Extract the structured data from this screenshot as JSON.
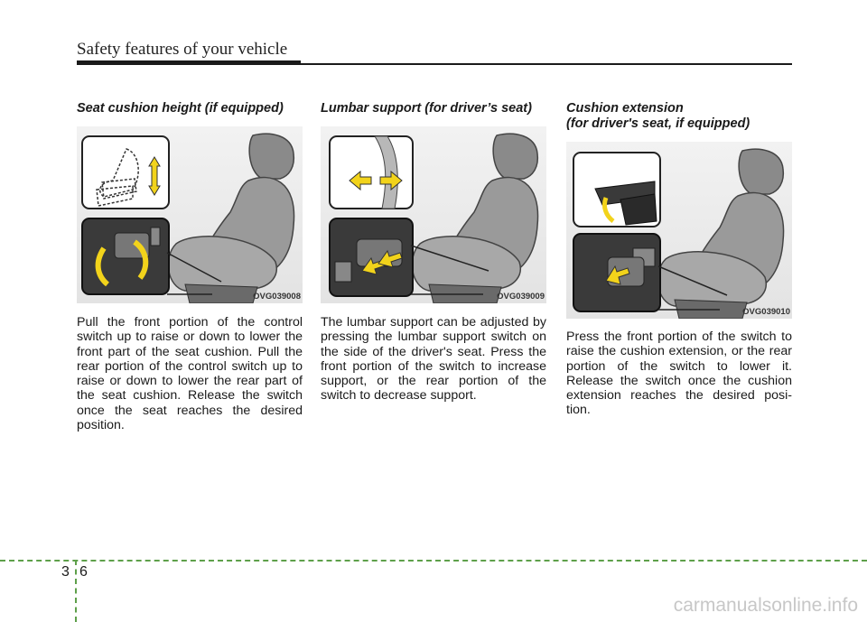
{
  "header": {
    "title": "Safety features of your vehicle"
  },
  "sections": [
    {
      "heading_lines": [
        "Seat cushion height (if equipped)"
      ],
      "figure_code": "OVG039008",
      "body": "Pull the front portion of the control switch up to raise or down to lower the front part of the seat cushion. Pull the rear portion of the control switch up to raise or down to lower the rear part of the seat cushion. Release the switch once the seat reaches the desired position."
    },
    {
      "heading_lines": [
        "Lumbar support (for driver’s seat)"
      ],
      "figure_code": "OVG039009",
      "body": "The lumbar support can be adjusted by pressing the lumbar support switch on the side of the driver's seat. Press the front portion of the switch to increase support, or the rear portion of the switch to decrease support."
    },
    {
      "heading_lines": [
        "Cushion extension",
        "(for driver's seat, if equipped)"
      ],
      "figure_code": "OVG039010",
      "body": "Press the front portion of the switch to raise the cushion extension, or the rear portion of the switch to lower it. Release the switch once the cushion extension reaches the desired posi-tion."
    }
  ],
  "footer": {
    "chapter": "3",
    "page": "6"
  },
  "watermark": "carmanualsonline.info",
  "colors": {
    "accent_yellow": "#f2d31b",
    "footer_green": "#5ea04a"
  }
}
